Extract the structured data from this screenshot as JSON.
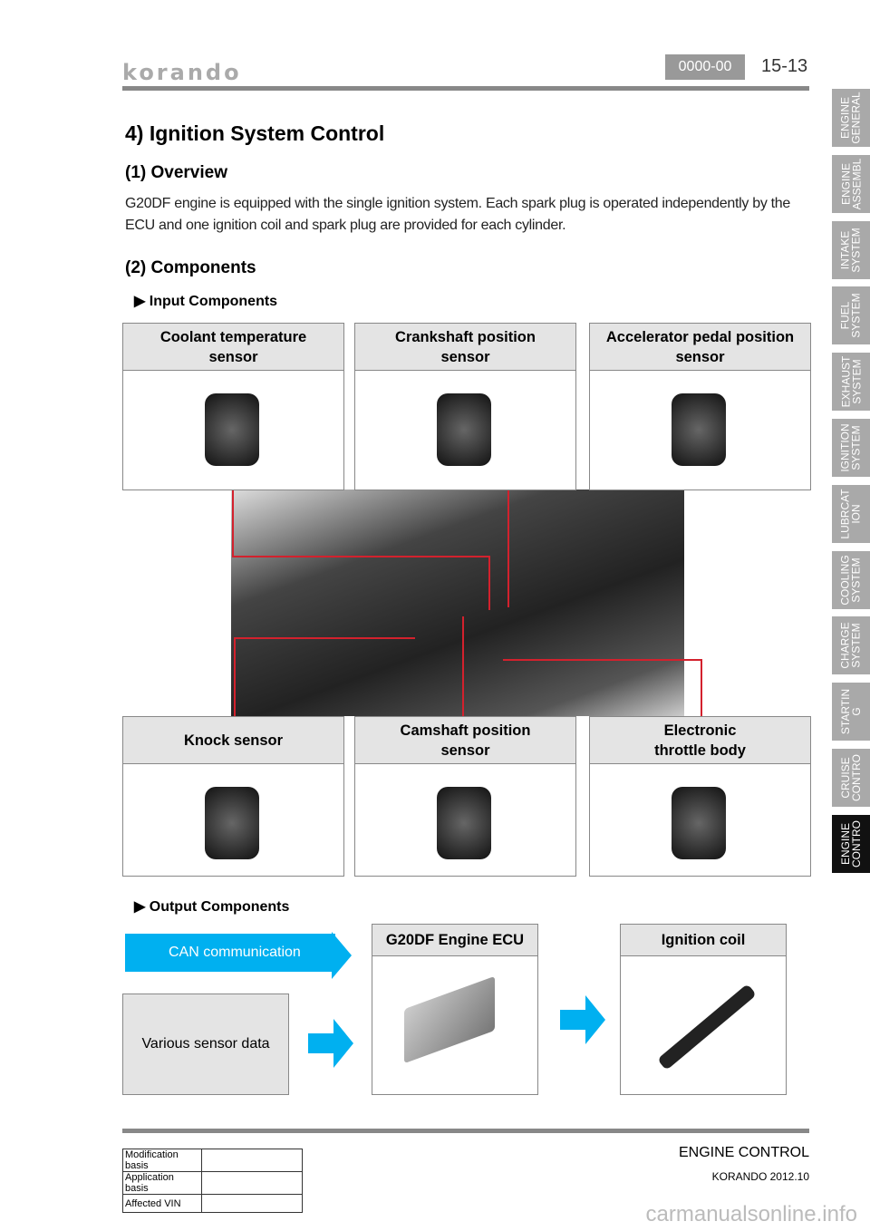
{
  "header": {
    "logo": "korando",
    "section_code": "0000-00",
    "page_number": "15-13"
  },
  "side_tabs": [
    {
      "label": "ENGINE\nGENERAL",
      "active": false
    },
    {
      "label": "ENGINE\nASSEMBL",
      "active": false
    },
    {
      "label": "INTAKE\nSYSTEM",
      "active": false
    },
    {
      "label": "FUEL\nSYSTEM",
      "active": false
    },
    {
      "label": "EXHAUST\nSYSTEM",
      "active": false
    },
    {
      "label": "IGNITION\nSYSTEM",
      "active": false
    },
    {
      "label": "LUBRCAT\nION",
      "active": false
    },
    {
      "label": "COOLING\nSYSTEM",
      "active": false
    },
    {
      "label": "CHARGE\nSYSTEM",
      "active": false
    },
    {
      "label": "STARTIN\nG",
      "active": false
    },
    {
      "label": "CRUISE\nCONTRO",
      "active": false
    },
    {
      "label": "ENGINE\nCONTRO",
      "active": true
    }
  ],
  "title": "4) Ignition System Control",
  "overview": {
    "heading": "(1) Overview",
    "text": "G20DF engine is equipped with the single ignition system. Each spark plug is operated independently by the ECU and one ignition coil and spark plug are provided for each cylinder."
  },
  "components": {
    "heading": "(2) Components",
    "input_label": "▶ Input Components",
    "output_label": "▶ Output Components",
    "inputs": [
      "Coolant temperature\nsensor",
      "Crankshaft position\nsensor",
      "Accelerator pedal position\nsensor",
      "Knock sensor",
      "Camshaft position\nsensor",
      "Electronic\nthrottle body"
    ],
    "can": "CAN communication",
    "various": "Various sensor data",
    "ecu": "G20DF Engine ECU",
    "coil": "Ignition coil"
  },
  "footer": {
    "rows": [
      "Modification basis",
      "Application basis",
      "Affected VIN"
    ],
    "section": "ENGINE CONTROL",
    "model": "KORANDO 2012.10",
    "watermark": "carmanualsonline.info"
  },
  "colors": {
    "accent": "#00b0f0",
    "callout": "#d3212d"
  }
}
